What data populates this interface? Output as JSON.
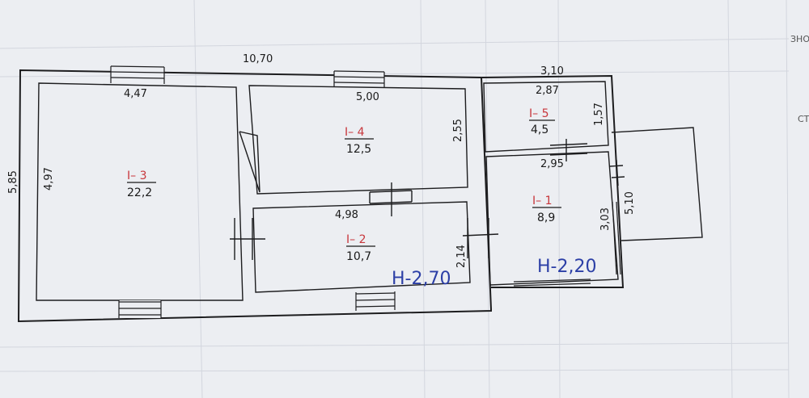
{
  "plan": {
    "overall": {
      "length": "10,70",
      "width": "5,85"
    },
    "rooms": [
      {
        "id": "room-3",
        "label": "I– 3",
        "area": "22,2",
        "width": "4,47",
        "height": "4,97"
      },
      {
        "id": "room-4",
        "label": "I– 4",
        "area": "12,5",
        "width": "5,00",
        "height": "2,55"
      },
      {
        "id": "room-2",
        "label": "I– 2",
        "area": "10,7",
        "width": "4,98",
        "height": "2,14"
      },
      {
        "id": "room-5",
        "label": "I– 5",
        "area": "4,5",
        "width": "2,87",
        "height": "1,57",
        "outer_width": "3,10"
      },
      {
        "id": "room-1",
        "label": "I– 1",
        "area": "8,9",
        "width": "2,95",
        "height": "3,03",
        "outer_height": "5,10"
      }
    ],
    "ceiling_heights": {
      "main": "Н-2,70",
      "annex": "Н-2,20"
    },
    "margin_text": {
      "top_right": "ЗНО",
      "mid_right": "СТ"
    },
    "colors": {
      "room_label": "#c8373c",
      "height_ink": "#2c3fa6",
      "line": "#1d1d1f"
    }
  }
}
